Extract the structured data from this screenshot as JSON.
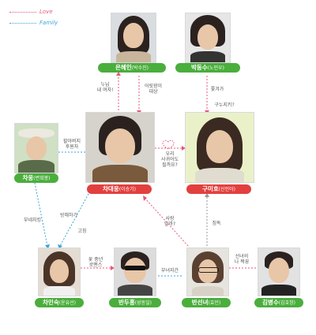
{
  "legend": {
    "love": "Love",
    "family": "Family"
  },
  "characters": {
    "eunhyein": {
      "name": "은혜인",
      "actor": "(박수진)"
    },
    "bakdongsu": {
      "name": "박동수",
      "actor": "(노민우)"
    },
    "chawoong": {
      "name": "차웅",
      "actor": "(변희봉)"
    },
    "chadaewoong": {
      "name": "차대웅",
      "actor": "(이승기)"
    },
    "gumiho": {
      "name": "구미호",
      "actor": "(신민아)"
    },
    "chaminsuk": {
      "name": "차민숙",
      "actor": "(윤유선)"
    },
    "bandoohong": {
      "name": "반두홍",
      "actor": "(성동일)"
    },
    "bansunnyeo": {
      "name": "반선녀",
      "actor": "(효민)"
    },
    "kimbyungsu": {
      "name": "김병수",
      "actor": "(김호창)"
    }
  },
  "relations": {
    "r1": "누님\n내 여자!",
    "r2": "어릿광이\n대상",
    "r3": "쫓겨가",
    "r4": "구누지키?",
    "r5": "할아버지\n후원자",
    "r6": "우리\n사귀어도\n될까요?",
    "r7": "부네지킹",
    "r8": "방해하기",
    "r9": "고칭",
    "r10": "사랑\n앞까?",
    "r11": "짐독",
    "r12": "꽃 중년\n로맨스",
    "r13": "부녀지간",
    "r14": "선녀의\n나 짝꿍"
  }
}
